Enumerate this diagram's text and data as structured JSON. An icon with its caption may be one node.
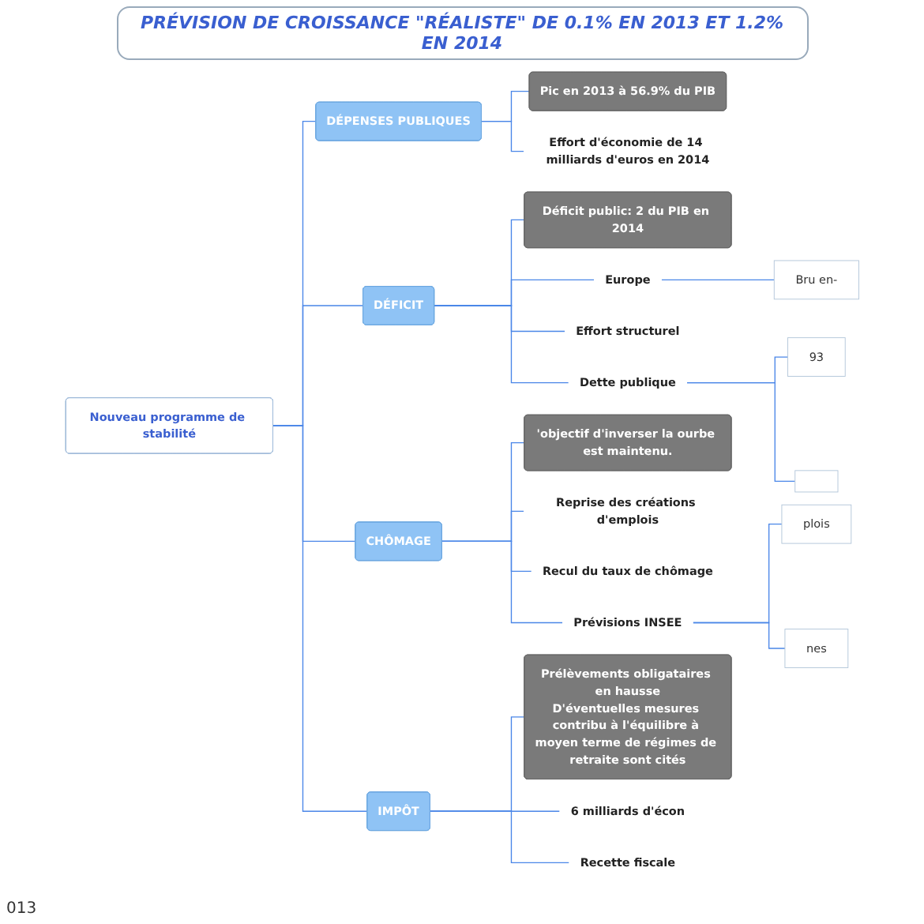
{
  "diagram": {
    "title": "PRÉVISION DE CROISSANCE \"RÉALISTE\" DE 0.1% EN 2013 ET 1.2% EN 2014",
    "nodes": [
      {
        "text": [
          "Nouveau programme de stabilité"
        ]
      },
      {
        "text": [
          "DÉPENSES PUBLIQUES"
        ]
      },
      {
        "text": [
          "Pic en 2013 à 56.9% du PIB"
        ]
      },
      {
        "text": [
          "Effort d'économie de 14 milliards d'euros en 2014"
        ]
      },
      {
        "text": [
          "DÉFICIT"
        ]
      },
      {
        "text": [
          "Déficit public: 2 du PIB en 2014"
        ]
      },
      {
        "text": [
          "Europe"
        ]
      },
      {
        "text": [
          "Bru en-"
        ]
      },
      {
        "text": [
          "Effort structurel"
        ]
      },
      {
        "text": [
          "Dette publique"
        ]
      },
      {
        "text": [
          "93"
        ]
      },
      {
        "text": [],
        "shape": "box"
      },
      {
        "text": [
          "CHÔMAGE"
        ]
      },
      {
        "text": [
          "'objectif d'inverser la ourbe est maintenu."
        ]
      },
      {
        "text": [
          "Reprise des créations d'emplois"
        ]
      },
      {
        "text": [
          "Recul du taux de chômage"
        ]
      },
      {
        "text": [
          "Prévisions INSEE"
        ]
      },
      {
        "text": [
          "plois"
        ]
      },
      {
        "text": [
          "nes"
        ]
      },
      {
        "text": [
          "IMPÔT"
        ]
      },
      {
        "text": [
          "Prélèvements obligataires en hausse",
          "D'éventuelles mesures contribu à l'équilibre à moyen terme de régimes de retraite sont cités"
        ]
      },
      {
        "text": [
          "6 milliards d'écon"
        ]
      },
      {
        "text": [
          "Recette fiscale"
        ]
      }
    ],
    "edges": [
      {
        "from": 0,
        "to": 1,
        "arrow": "none"
      },
      {
        "from": 1,
        "to": 2,
        "arrow": "none"
      },
      {
        "from": 1,
        "to": 3,
        "arrow": "none"
      },
      {
        "from": 0,
        "to": 4,
        "arrow": "none"
      },
      {
        "from": 4,
        "to": 5,
        "arrow": "none"
      },
      {
        "from": 4,
        "to": 6,
        "arrow": "none"
      },
      {
        "from": 6,
        "to": 7,
        "arrow": "none"
      },
      {
        "from": 4,
        "to": 8,
        "arrow": "none"
      },
      {
        "from": 4,
        "to": 9,
        "arrow": "none"
      },
      {
        "from": 9,
        "to": 10,
        "arrow": "none"
      },
      {
        "from": 9,
        "to": 11,
        "arrow": "none"
      },
      {
        "from": 0,
        "to": 12,
        "arrow": "none"
      },
      {
        "from": 12,
        "to": 13,
        "arrow": "none"
      },
      {
        "from": 12,
        "to": 14,
        "arrow": "none"
      },
      {
        "from": 12,
        "to": 15,
        "arrow": "none"
      },
      {
        "from": 12,
        "to": 16,
        "arrow": "none"
      },
      {
        "from": 16,
        "to": 17,
        "arrow": "none"
      },
      {
        "from": 16,
        "to": 18,
        "arrow": "none"
      },
      {
        "from": 0,
        "to": 19,
        "arrow": "none"
      },
      {
        "from": 19,
        "to": 20,
        "arrow": "none"
      },
      {
        "from": 19,
        "to": 21,
        "arrow": "none"
      },
      {
        "from": 19,
        "to": 22,
        "arrow": "none"
      }
    ],
    "labels": [
      "013"
    ]
  }
}
